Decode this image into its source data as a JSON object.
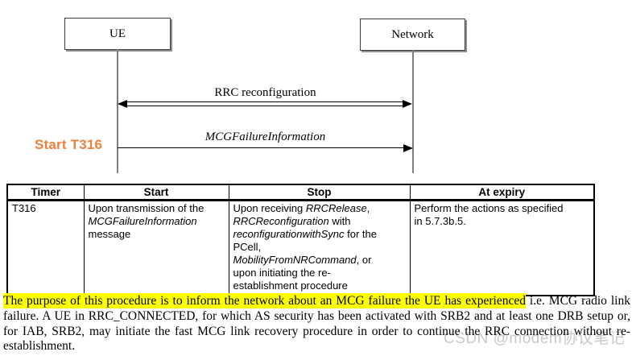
{
  "diagram": {
    "ue_box_label": "UE",
    "network_box_label": "Network",
    "rrc_arrow_label": "RRC reconfiguration",
    "mcg_arrow_label": "MCGFailureInformation",
    "start_timer_label": "Start T316",
    "start_timer_color": "#F0813C"
  },
  "timer_table": {
    "headers": [
      "Timer",
      "Start",
      "Stop",
      "At expiry"
    ],
    "row": {
      "timer": "T316",
      "start_segments": [
        {
          "t": "Upon transmission of the\n"
        },
        {
          "t": "MCGFailureInformation",
          "i": true
        },
        {
          "t": "\nmessage"
        }
      ],
      "stop_segments": [
        {
          "t": "Upon receiving "
        },
        {
          "t": "RRCRelease",
          "i": true
        },
        {
          "t": ",\n"
        },
        {
          "t": "RRCReconfiguration",
          "i": true
        },
        {
          "t": " with\n"
        },
        {
          "t": "reconfigurationwithSync",
          "i": true
        },
        {
          "t": " for the\nPCell,\n"
        },
        {
          "t": "MobilityFromNRCommand",
          "i": true
        },
        {
          "t": ", or\nupon initiating the re-\nestablishment procedure"
        }
      ],
      "at_expiry": "Perform the actions as specified\nin 5.7.3b.5."
    }
  },
  "body_text": {
    "highlighted": "The purpose of this procedure is to inform the network about an MCG failure the UE has experienced",
    "rest": " i.e. MCG radio link failure. A UE in RRC_CONNECTED, for which AS security has been activated with SRB2 and at least one DRB setup or, for IAB, SRB2, may initiate the fast MCG link recovery procedure in order to continue the RRC connection without re-establishment.",
    "highlight_color": "#FFFF00"
  },
  "watermark": {
    "text": "CSDN @modem协议笔记",
    "color": "#C9C9CE"
  }
}
